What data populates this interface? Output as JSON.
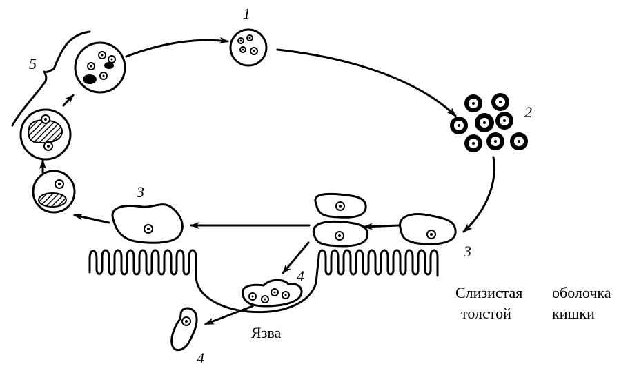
{
  "diagram": {
    "stage_labels": {
      "cyst_mature": "1",
      "cysts_group": "2",
      "forma_minuta_right": "3",
      "forma_minuta_left": "3",
      "tissue_form_ulcer": "4",
      "tissue_form_expelled": "4",
      "encystment": "5"
    },
    "captions": {
      "mucosa_line1": "Слизистая оболочка",
      "mucosa_line1_a": "Слизистая",
      "mucosa_line1_b": "оболочка",
      "mucosa_line2_a": "толстой",
      "mucosa_line2_b": "кишки",
      "ulcer": "Язва"
    }
  }
}
